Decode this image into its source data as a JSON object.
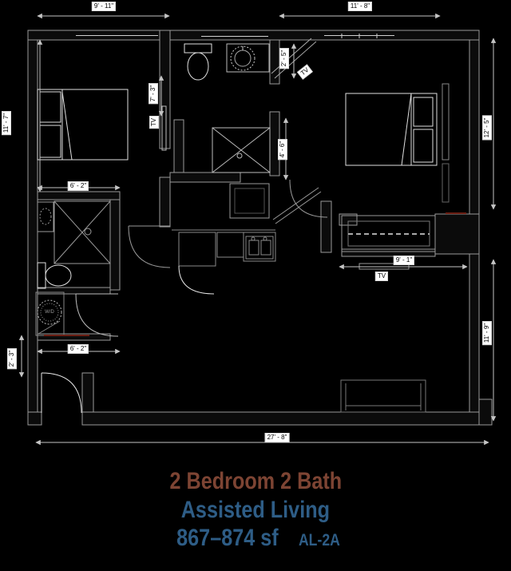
{
  "plan": {
    "dimensions": {
      "top_left": "9' - 11\"",
      "top_right": "11' - 8\"",
      "left_upper": "11' - 7\"",
      "left_lower": "2' - 3\"",
      "right_upper": "12' - 5\"",
      "right_lower": "11' - 9\"",
      "bottom": "27' - 8\"",
      "bath1_top": "6' - 2\"",
      "bath1_bottom": "6' - 2\"",
      "bath2_width": "7' - 3\"",
      "tv_nook": "2' - 5\"",
      "hall": "4' - 6\"",
      "closet": "9' - 1\""
    },
    "labels": {
      "tv_bedroom1": "TV",
      "tv_bedroom2": "TV",
      "tv_living": "TV",
      "washer_dryer": "W/D"
    }
  },
  "title": {
    "line1": "2 Bedroom 2 Bath",
    "line2": "Assisted Living",
    "line3_size": "867–874 sf",
    "line3_code": "AL-2A",
    "color_line1": "#7d4433",
    "color_line2_3": "#2e5d86",
    "background": "#000000",
    "label_box_bg": "#ffffff",
    "line_color": "#c4c4c4"
  }
}
